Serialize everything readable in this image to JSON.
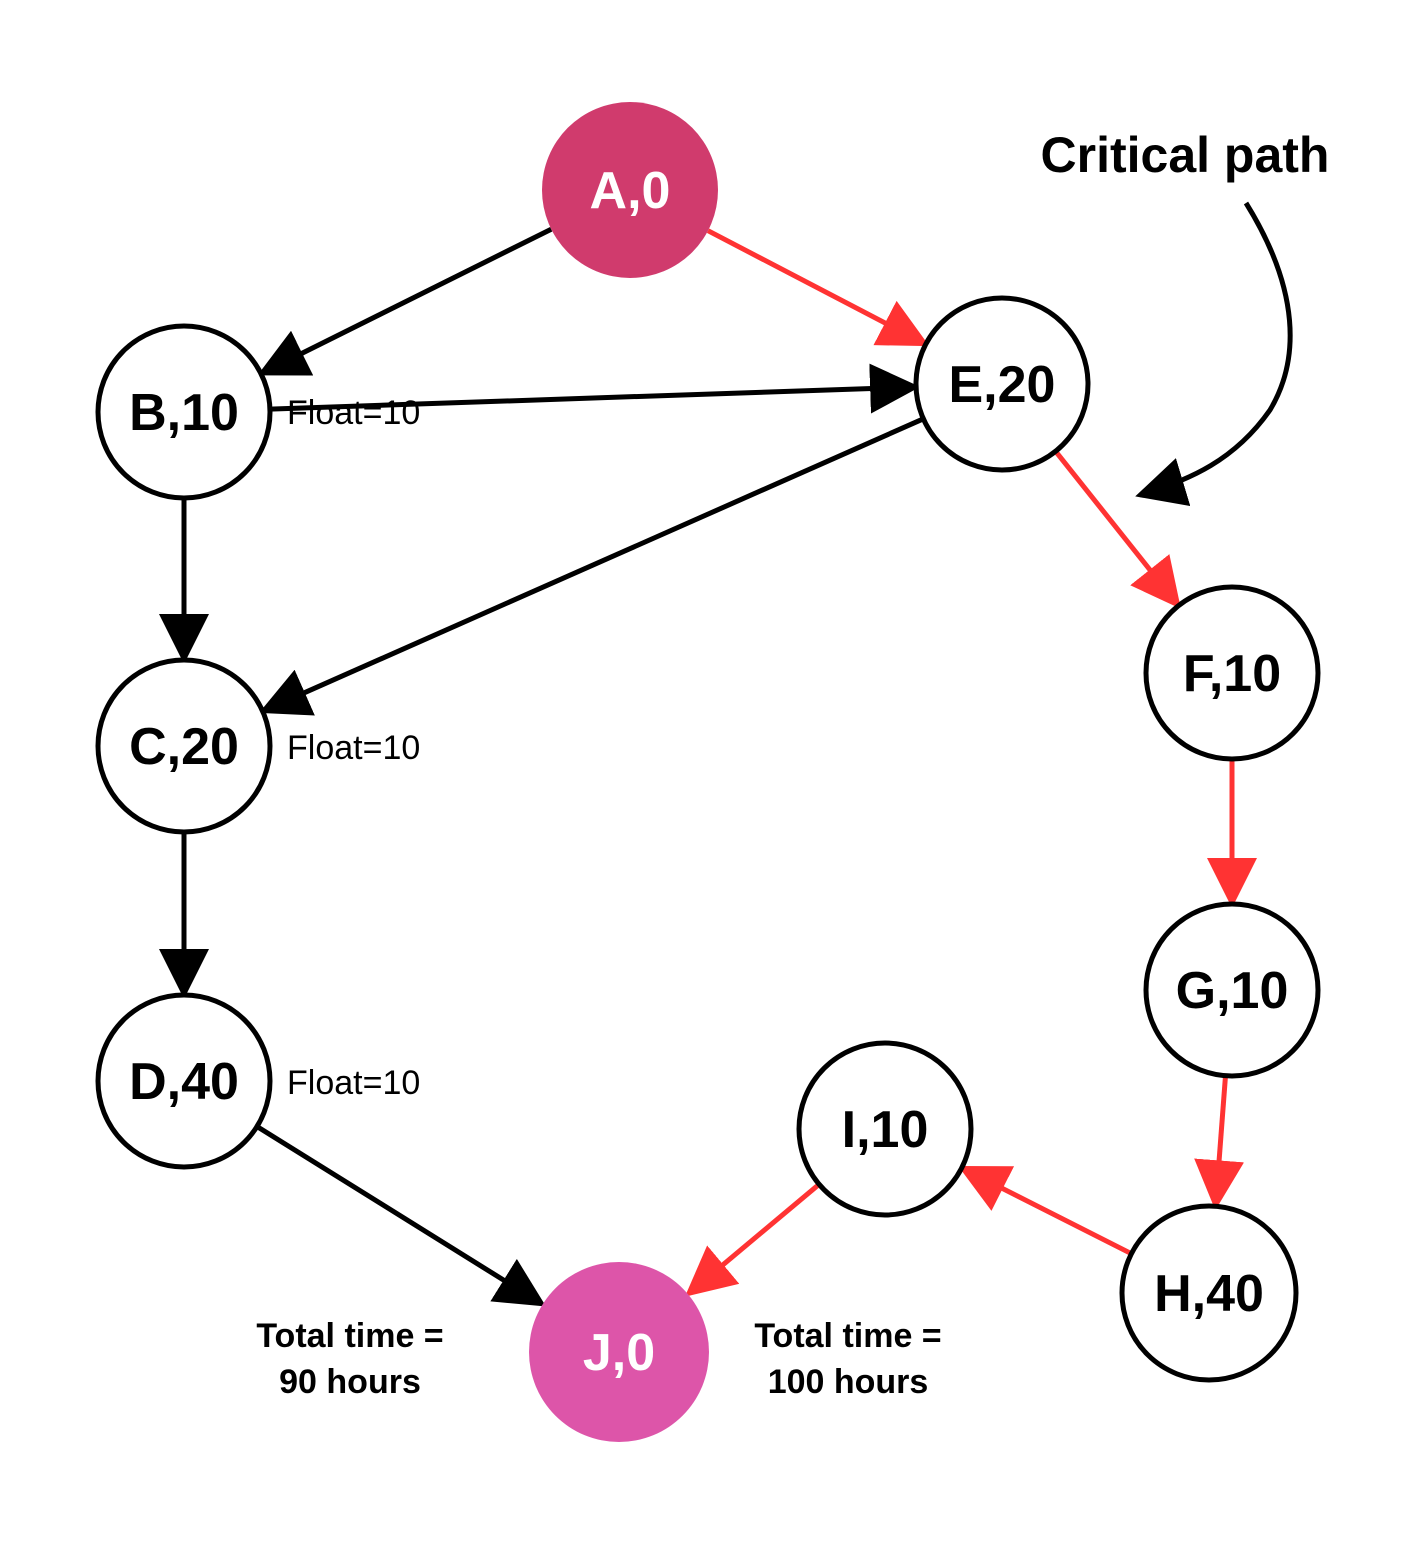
{
  "colors": {
    "critical": "#ff3333",
    "normal": "#000000",
    "start_fill": "#d03b6d",
    "end_fill": "#dd55a9",
    "node_fill": "#ffffff",
    "start_text": "#ffffff"
  },
  "title": "Critical path",
  "nodes": {
    "A": {
      "label": "A,0"
    },
    "B": {
      "label": "B,10"
    },
    "C": {
      "label": "C,20"
    },
    "D": {
      "label": "D,40"
    },
    "E": {
      "label": "E,20"
    },
    "F": {
      "label": "F,10"
    },
    "G": {
      "label": "G,10"
    },
    "H": {
      "label": "H,40"
    },
    "I": {
      "label": "I,10"
    },
    "J": {
      "label": "J,0"
    }
  },
  "edges": [
    {
      "from": "A",
      "to": "B",
      "critical": false
    },
    {
      "from": "A",
      "to": "E",
      "critical": true
    },
    {
      "from": "B",
      "to": "E",
      "critical": false
    },
    {
      "from": "B",
      "to": "C",
      "critical": false
    },
    {
      "from": "E",
      "to": "C",
      "critical": false
    },
    {
      "from": "C",
      "to": "D",
      "critical": false
    },
    {
      "from": "D",
      "to": "J",
      "critical": false
    },
    {
      "from": "E",
      "to": "F",
      "critical": true
    },
    {
      "from": "F",
      "to": "G",
      "critical": true
    },
    {
      "from": "G",
      "to": "H",
      "critical": true
    },
    {
      "from": "H",
      "to": "I",
      "critical": true
    },
    {
      "from": "I",
      "to": "J",
      "critical": true
    }
  ],
  "float_labels": {
    "B": "Float=10",
    "C": "Float=10",
    "D": "Float=10"
  },
  "totals": {
    "left": {
      "line1": "Total time =",
      "line2": "90 hours"
    },
    "right": {
      "line1": "Total time =",
      "line2": "100 hours"
    }
  }
}
